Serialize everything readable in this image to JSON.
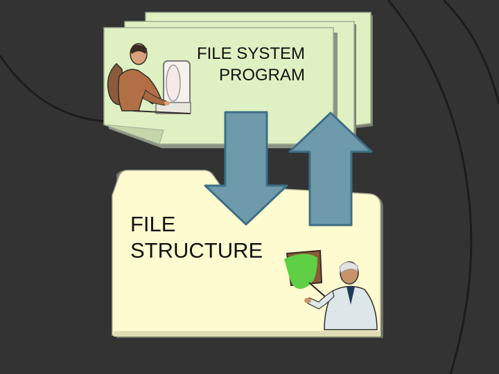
{
  "slide": {
    "colors": {
      "background": "#333333",
      "arc_lines": "#1c1c1c",
      "document_fill": "#dff0c2",
      "document_shadow": "#bfcfb0",
      "folder_fill": "#fdfbcf",
      "folder_shadow": "#cfd0b8",
      "arrow_fill": "#6e9aab",
      "arrow_stroke": "#3d6f86"
    },
    "program_box": {
      "line1": "FILE SYSTEM",
      "line2": "PROGRAM",
      "icon": "man-at-computer-clipart"
    },
    "structure_folder": {
      "line1": "FILE",
      "line2": "STRUCTURE",
      "icon": "presenter-with-pointer-clipart"
    },
    "arrows": {
      "down_icon": "arrow-down-icon",
      "up_icon": "arrow-up-icon"
    }
  }
}
